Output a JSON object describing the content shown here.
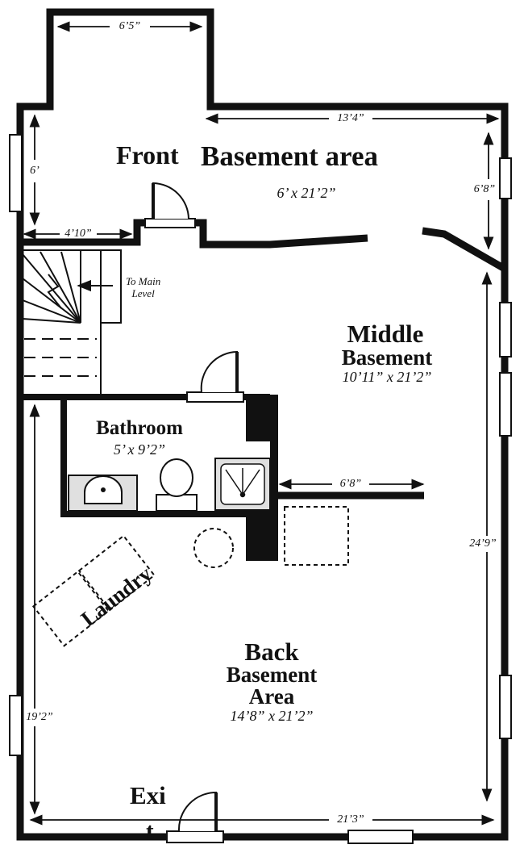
{
  "rooms": {
    "front": {
      "label1": "Front",
      "label2": "Basement area",
      "size": "6’ x 21’2”"
    },
    "middle": {
      "label1": "Middle",
      "label2": "Basement",
      "size": "10’11” x 21’2”"
    },
    "bathroom": {
      "label": "Bathroom",
      "size": "5’ x 9’2”"
    },
    "back": {
      "label1": "Back",
      "label2": "Basement",
      "label3": "Area",
      "size": "14’8” x 21’2”"
    },
    "laundry": {
      "label": "Laundry"
    },
    "exit": {
      "label1": "Exi",
      "label2": "t"
    }
  },
  "notes": {
    "stairs": "To Main\nLevel"
  },
  "dimensions": {
    "top_width": "6’5”",
    "front_right_width": "13’4”",
    "front_left_height": "6’",
    "front_right_height": "6’8”",
    "stair_width": "4’10”",
    "middle_wall": "6’8”",
    "right_height": "24’9”",
    "left_height": "19’2”",
    "bottom_width": "21’3”"
  }
}
